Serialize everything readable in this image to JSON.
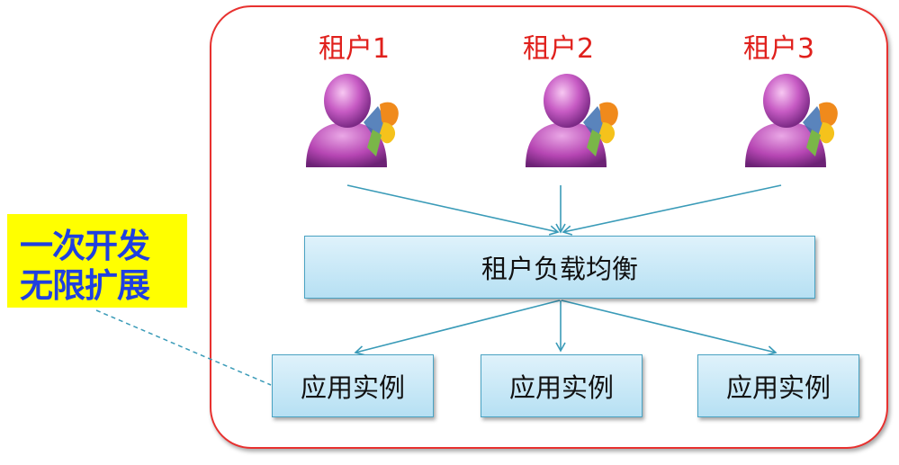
{
  "callout": {
    "line1": "一次开发",
    "line2": "无限扩展"
  },
  "tenants": [
    {
      "label": "租户1",
      "icon": "user-avatar-icon"
    },
    {
      "label": "租户2",
      "icon": "user-avatar-icon"
    },
    {
      "label": "租户3",
      "icon": "user-avatar-icon"
    }
  ],
  "load_balancer": {
    "label": "租户负载均衡"
  },
  "instances": [
    {
      "label": "应用实例"
    },
    {
      "label": "应用实例"
    },
    {
      "label": "应用实例"
    }
  ],
  "colors": {
    "frame": "#e8312f",
    "tenant_label": "#e0201c",
    "callout_bg": "#ffff00",
    "callout_text": "#1f3fe0",
    "arrow": "#3a9bb8"
  }
}
